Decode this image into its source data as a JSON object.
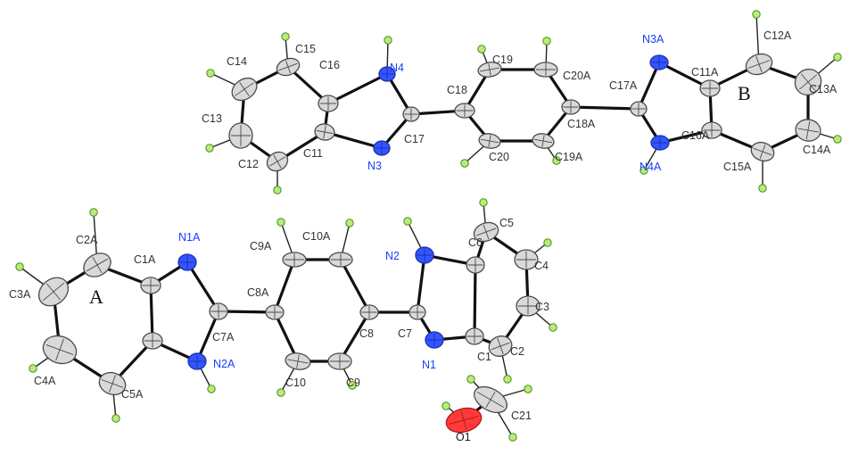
{
  "colors": {
    "carbon_fill": "#d9d9d9",
    "carbon_stroke": "#4a4a4a",
    "nitrogen_fill": "#3355ff",
    "nitrogen_stroke": "#1c2fb0",
    "oxygen_fill": "#ff3a3a",
    "oxygen_stroke": "#b01818",
    "hydrogen_fill": "#b8ec7a",
    "hydrogen_stroke": "#4a8a1a",
    "bond": "#111111",
    "carbon_label": "#333333",
    "nitrogen_label": "#1a3cff",
    "oxygen_label": "#1a1a1a"
  },
  "ring_labels": [
    "A",
    "B"
  ],
  "atoms": [
    {
      "id": "C14",
      "el": "C",
      "label": "C14"
    },
    {
      "id": "C15",
      "el": "C",
      "label": "C15"
    },
    {
      "id": "C16",
      "el": "C",
      "label": "C16"
    },
    {
      "id": "N4",
      "el": "N",
      "label": "N4"
    },
    {
      "id": "C13",
      "el": "C",
      "label": "C13"
    },
    {
      "id": "C12",
      "el": "C",
      "label": "C12"
    },
    {
      "id": "C11",
      "el": "C",
      "label": "C11"
    },
    {
      "id": "N3",
      "el": "N",
      "label": "N3"
    },
    {
      "id": "C17",
      "el": "C",
      "label": "C17"
    },
    {
      "id": "C18",
      "el": "C",
      "label": "C18"
    },
    {
      "id": "C19",
      "el": "C",
      "label": "C19"
    },
    {
      "id": "C20",
      "el": "C",
      "label": "C20"
    },
    {
      "id": "C20A",
      "el": "C",
      "label": "C20A"
    },
    {
      "id": "C19A",
      "el": "C",
      "label": "C19A"
    },
    {
      "id": "C18A",
      "el": "C",
      "label": "C18A"
    },
    {
      "id": "C17A",
      "el": "C",
      "label": "C17A"
    },
    {
      "id": "N3A",
      "el": "N",
      "label": "N3A"
    },
    {
      "id": "N4A",
      "el": "N",
      "label": "N4A"
    },
    {
      "id": "C11A",
      "el": "C",
      "label": "C11A"
    },
    {
      "id": "C16A",
      "el": "C",
      "label": "C16A"
    },
    {
      "id": "C12A",
      "el": "C",
      "label": "C12A"
    },
    {
      "id": "C13A",
      "el": "C",
      "label": "C13A"
    },
    {
      "id": "C14A",
      "el": "C",
      "label": "C14A"
    },
    {
      "id": "C15A",
      "el": "C",
      "label": "C15A"
    },
    {
      "id": "C2A",
      "el": "C",
      "label": "C2A"
    },
    {
      "id": "C3A",
      "el": "C",
      "label": "C3A"
    },
    {
      "id": "C4A",
      "el": "C",
      "label": "C4A"
    },
    {
      "id": "C5A",
      "el": "C",
      "label": "C5A"
    },
    {
      "id": "C1A",
      "el": "C",
      "label": "C1A"
    },
    {
      "id": "C6A",
      "el": "C",
      "label": ""
    },
    {
      "id": "N1A",
      "el": "N",
      "label": "N1A"
    },
    {
      "id": "N2A",
      "el": "N",
      "label": "N2A"
    },
    {
      "id": "C7A",
      "el": "C",
      "label": "C7A"
    },
    {
      "id": "C8A",
      "el": "C",
      "label": "C8A"
    },
    {
      "id": "C9A",
      "el": "C",
      "label": "C9A"
    },
    {
      "id": "C10A",
      "el": "C",
      "label": "C10A"
    },
    {
      "id": "C10",
      "el": "C",
      "label": "C10"
    },
    {
      "id": "C9",
      "el": "C",
      "label": "C9"
    },
    {
      "id": "C8",
      "el": "C",
      "label": "C8"
    },
    {
      "id": "C7",
      "el": "C",
      "label": "C7"
    },
    {
      "id": "N2",
      "el": "N",
      "label": "N2"
    },
    {
      "id": "N1",
      "el": "N",
      "label": "N1"
    },
    {
      "id": "C6",
      "el": "C",
      "label": "C6"
    },
    {
      "id": "C1",
      "el": "C",
      "label": "C1"
    },
    {
      "id": "C5",
      "el": "C",
      "label": "C5"
    },
    {
      "id": "C4",
      "el": "C",
      "label": "C4"
    },
    {
      "id": "C3",
      "el": "C",
      "label": "C3"
    },
    {
      "id": "C2",
      "el": "C",
      "label": "C2"
    },
    {
      "id": "O1",
      "el": "O",
      "label": "O1"
    },
    {
      "id": "C21",
      "el": "C",
      "label": "C21"
    }
  ],
  "bonds": [
    [
      "C14",
      "C15"
    ],
    [
      "C15",
      "C16"
    ],
    [
      "C16",
      "N4"
    ],
    [
      "C14",
      "C13"
    ],
    [
      "C13",
      "C12"
    ],
    [
      "C12",
      "C11"
    ],
    [
      "C11",
      "C16"
    ],
    [
      "C11",
      "N3"
    ],
    [
      "N3",
      "C17"
    ],
    [
      "N4",
      "C17"
    ],
    [
      "C17",
      "C18"
    ],
    [
      "C18",
      "C19"
    ],
    [
      "C18",
      "C20"
    ],
    [
      "C19",
      "C20A"
    ],
    [
      "C20",
      "C19A"
    ],
    [
      "C20A",
      "C18A"
    ],
    [
      "C19A",
      "C18A"
    ],
    [
      "C18A",
      "C17A"
    ],
    [
      "C17A",
      "N3A"
    ],
    [
      "C17A",
      "N4A"
    ],
    [
      "N3A",
      "C11A"
    ],
    [
      "N4A",
      "C16A"
    ],
    [
      "C11A",
      "C16A"
    ],
    [
      "C11A",
      "C12A"
    ],
    [
      "C12A",
      "C13A"
    ],
    [
      "C13A",
      "C14A"
    ],
    [
      "C14A",
      "C15A"
    ],
    [
      "C15A",
      "C16A"
    ],
    [
      "C2A",
      "C3A"
    ],
    [
      "C3A",
      "C4A"
    ],
    [
      "C4A",
      "C5A"
    ],
    [
      "C5A",
      "C6A"
    ],
    [
      "C6A",
      "C1A"
    ],
    [
      "C1A",
      "C2A"
    ],
    [
      "C1A",
      "N1A"
    ],
    [
      "C6A",
      "N2A"
    ],
    [
      "N1A",
      "C7A"
    ],
    [
      "N2A",
      "C7A"
    ],
    [
      "C7A",
      "C8A"
    ],
    [
      "C8A",
      "C9A"
    ],
    [
      "C8A",
      "C10"
    ],
    [
      "C9A",
      "C10A"
    ],
    [
      "C10",
      "C9"
    ],
    [
      "C10A",
      "C8"
    ],
    [
      "C9",
      "C8"
    ],
    [
      "C8",
      "C7"
    ],
    [
      "C7",
      "N2"
    ],
    [
      "C7",
      "N1"
    ],
    [
      "N2",
      "C6"
    ],
    [
      "N1",
      "C1"
    ],
    [
      "C6",
      "C1"
    ],
    [
      "C6",
      "C5"
    ],
    [
      "C5",
      "C4"
    ],
    [
      "C4",
      "C3"
    ],
    [
      "C3",
      "C2"
    ],
    [
      "C2",
      "C1"
    ],
    [
      "O1",
      "C21"
    ]
  ]
}
